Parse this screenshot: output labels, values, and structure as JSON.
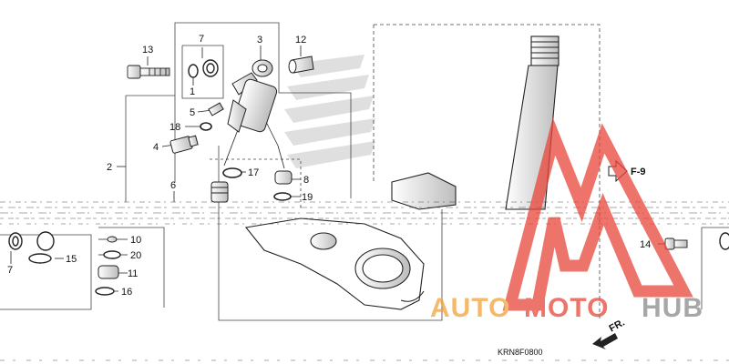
{
  "callouts": {
    "c1": "1",
    "c2": "2",
    "c3": "3",
    "c4": "4",
    "c5": "5",
    "c6": "6",
    "c7a": "7",
    "c7b": "7",
    "c8": "8",
    "c10": "10",
    "c11": "11",
    "c12": "12",
    "c13": "13",
    "c14": "14",
    "c15": "15",
    "c16": "16",
    "c17": "17",
    "c18": "18",
    "c19": "19",
    "c20": "20"
  },
  "ref": {
    "f9": "F-9",
    "fr": "FR."
  },
  "diagram_code": "KRN8F0800",
  "watermark": {
    "word_a": "AUTO",
    "word_b": "MOTO",
    "word_c": "HUB",
    "colors": {
      "red": "#e8463a",
      "orange": "#f2a23a",
      "gray": "#8a8a8a"
    }
  },
  "colors": {
    "line": "#222222",
    "dash": "#444444",
    "part_fill": "#ffffff"
  }
}
